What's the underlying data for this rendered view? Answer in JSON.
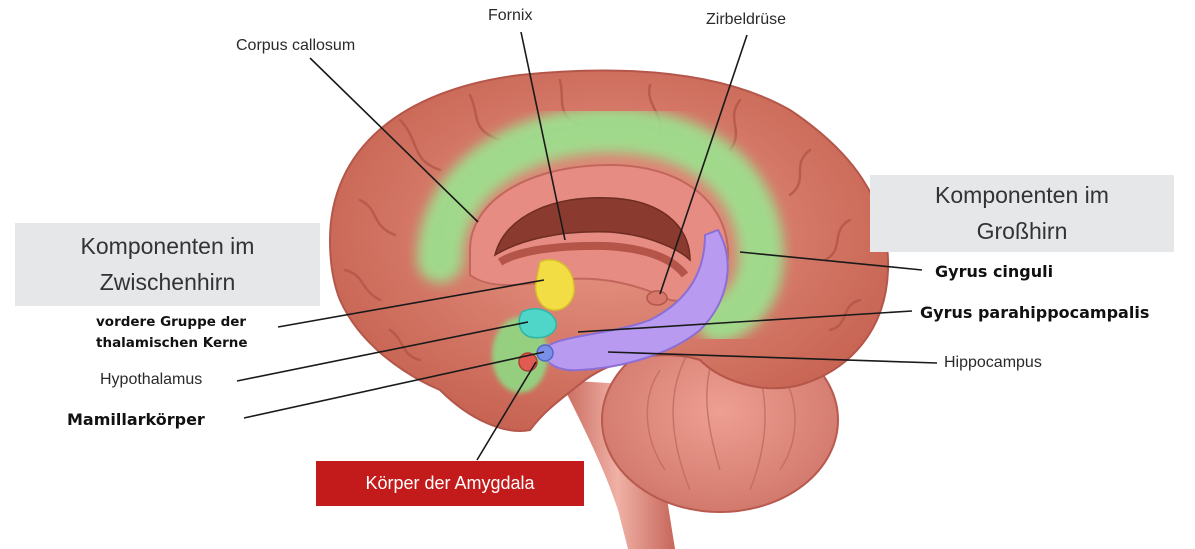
{
  "labels": {
    "corpus_callosum": "Corpus callosum",
    "fornix": "Fornix",
    "zirbeldruese": "Zirbeldrüse",
    "gyrus_cinguli": "Gyrus cinguli",
    "gyrus_parahippocampalis": "Gyrus parahippocampalis",
    "hippocampus": "Hippocampus",
    "vordere_gruppe_line1": "vordere Gruppe der",
    "vordere_gruppe_line2": "thalamischen Kerne",
    "hypothalamus": "Hypothalamus",
    "mamillarkoerper": "Mamillarkörper",
    "amygdala": "Körper der Amygdala"
  },
  "boxes": {
    "zwischenhirn_line1": "Komponenten im",
    "zwischenhirn_line2": "Zwischenhirn",
    "grosshirn_line1": "Komponenten im",
    "grosshirn_line2": "Großhirn"
  },
  "colors": {
    "cortex": "#d97a68",
    "limbic_green": "#9be38f",
    "hippocampus_purple": "#b89af0",
    "thalamus_yellow": "#f3dd45",
    "hypothalamus_cyan": "#4fd6c9",
    "amygdala_box": "#c31b1b",
    "box_gray": "#e6e7e9"
  }
}
